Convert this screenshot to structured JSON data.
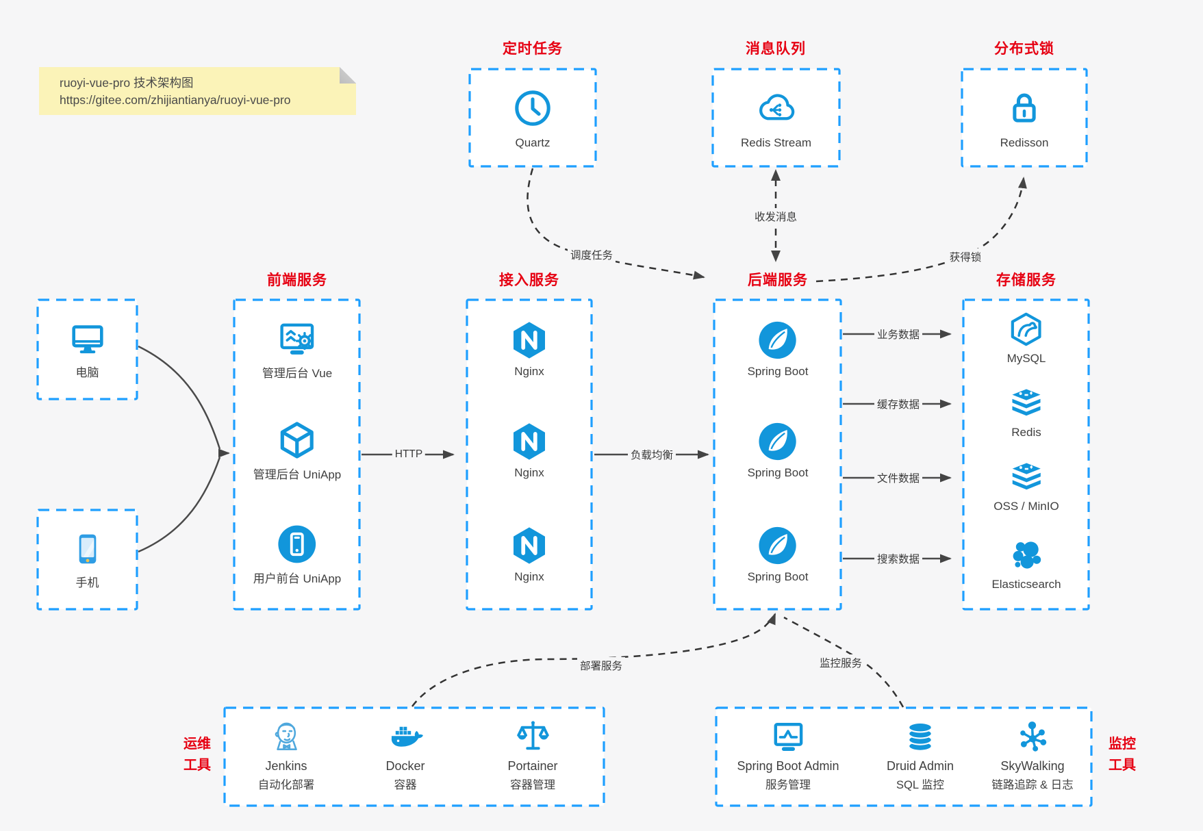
{
  "note": {
    "line1": "ruoyi-vue-pro 技术架构图",
    "line2": "https://gitee.com/zhijiantianya/ruoyi-vue-pro"
  },
  "top_boxes": {
    "scheduler": {
      "title": "定时任务",
      "item": {
        "icon": "clock-icon",
        "label": "Quartz"
      }
    },
    "mq": {
      "title": "消息队列",
      "item": {
        "icon": "cloud-stream-icon",
        "label": "Redis Stream"
      }
    },
    "lock": {
      "title": "分布式锁",
      "item": {
        "icon": "lock-icon",
        "label": "Redisson"
      }
    }
  },
  "clients": {
    "pc": {
      "icon": "desktop-icon",
      "label": "电脑"
    },
    "mobile": {
      "icon": "smartphone-icon",
      "label": "手机"
    }
  },
  "clusters": {
    "frontend": {
      "title": "前端服务",
      "items": [
        {
          "label": "管理后台 Vue"
        },
        {
          "label": "管理后台 UniApp"
        },
        {
          "label": "用户前台 UniApp"
        }
      ]
    },
    "gateway": {
      "title": "接入服务",
      "items": [
        {
          "label": "Nginx"
        },
        {
          "label": "Nginx"
        },
        {
          "label": "Nginx"
        }
      ]
    },
    "backend": {
      "title": "后端服务",
      "items": [
        {
          "label": "Spring Boot"
        },
        {
          "label": "Spring Boot"
        },
        {
          "label": "Spring Boot"
        }
      ]
    },
    "storage": {
      "title": "存储服务",
      "items": [
        {
          "label": "MySQL"
        },
        {
          "label": "Redis"
        },
        {
          "label": "OSS / MinIO"
        },
        {
          "label": "Elasticsearch"
        }
      ]
    }
  },
  "tools": {
    "ops": {
      "title_line1": "运维",
      "title_line2": "工具",
      "items": [
        {
          "name": "Jenkins",
          "sub": "自动化部署"
        },
        {
          "name": "Docker",
          "sub": "容器"
        },
        {
          "name": "Portainer",
          "sub": "容器管理"
        }
      ]
    },
    "monitor": {
      "title_line1": "监控",
      "title_line2": "工具",
      "items": [
        {
          "name": "Spring Boot Admin",
          "sub": "服务管理"
        },
        {
          "name": "Druid Admin",
          "sub": "SQL 监控"
        },
        {
          "name": "SkyWalking",
          "sub": "链路追踪 & 日志"
        }
      ]
    }
  },
  "edge_labels": {
    "http": "HTTP",
    "load_balance": "负载均衡",
    "schedule": "调度任务",
    "messaging": "收发消息",
    "get_lock": "获得锁",
    "biz_data": "业务数据",
    "cache_data": "缓存数据",
    "file_data": "文件数据",
    "search_data": "搜索数据",
    "deploy": "部署服务",
    "monitor": "监控服务"
  },
  "colors": {
    "accent_blue": "#1296db",
    "border_blue": "#1e9fff",
    "title_red": "#e60012",
    "note_bg": "#fbf3b8"
  }
}
